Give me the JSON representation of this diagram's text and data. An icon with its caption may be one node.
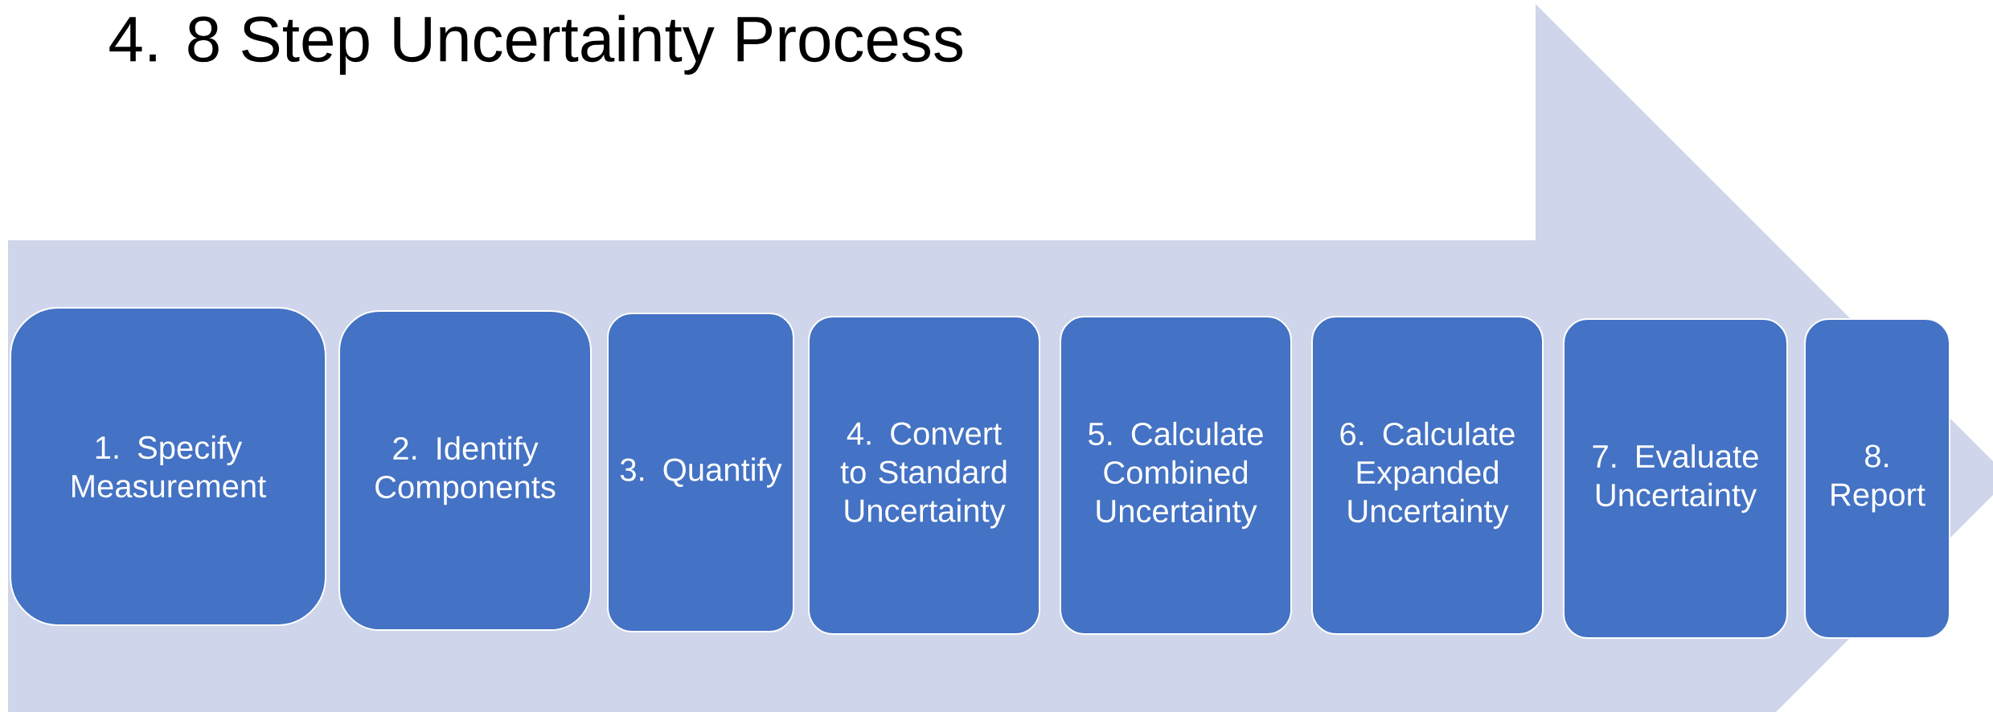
{
  "diagram": {
    "title": "4.  8 Step Uncertainty Process",
    "nodes": [
      {
        "text": [
          "1. Specify Measurement"
        ]
      },
      {
        "text": [
          "2. Identify Components"
        ]
      },
      {
        "text": [
          "3. Quantify"
        ]
      },
      {
        "text": [
          "4. Convert to Standard Uncertainty"
        ]
      },
      {
        "text": [
          "5. Calculate Combined Uncertainty"
        ]
      },
      {
        "text": [
          "6. Calculate Expanded Uncertainty"
        ]
      },
      {
        "text": [
          "7. Evaluate Uncertainty"
        ]
      },
      {
        "text": [
          "8. Report"
        ]
      }
    ]
  }
}
